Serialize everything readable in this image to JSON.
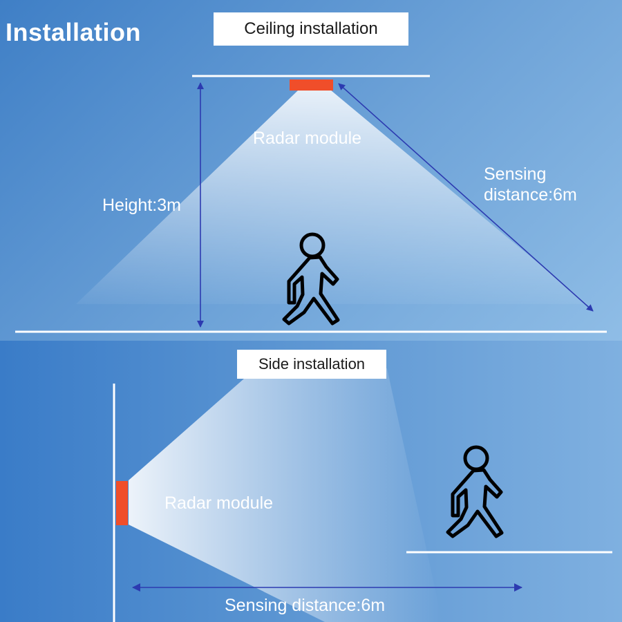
{
  "heading": "Installation",
  "ceiling": {
    "title": "Ceiling installation",
    "radar_label": "Radar module",
    "height_label": "Height:3m",
    "sensing_line1": "Sensing",
    "sensing_line2": "distance:6m"
  },
  "side": {
    "title": "Side installation",
    "radar_label": "Radar module",
    "sensing_label": "Sensing distance:6m"
  },
  "colors": {
    "radar_module": "#f04e2a",
    "arrow": "#2c3ab0",
    "line": "#ffffff"
  },
  "icons": [
    "walking-person-icon",
    "radar-module-icon",
    "double-arrow-icon"
  ]
}
